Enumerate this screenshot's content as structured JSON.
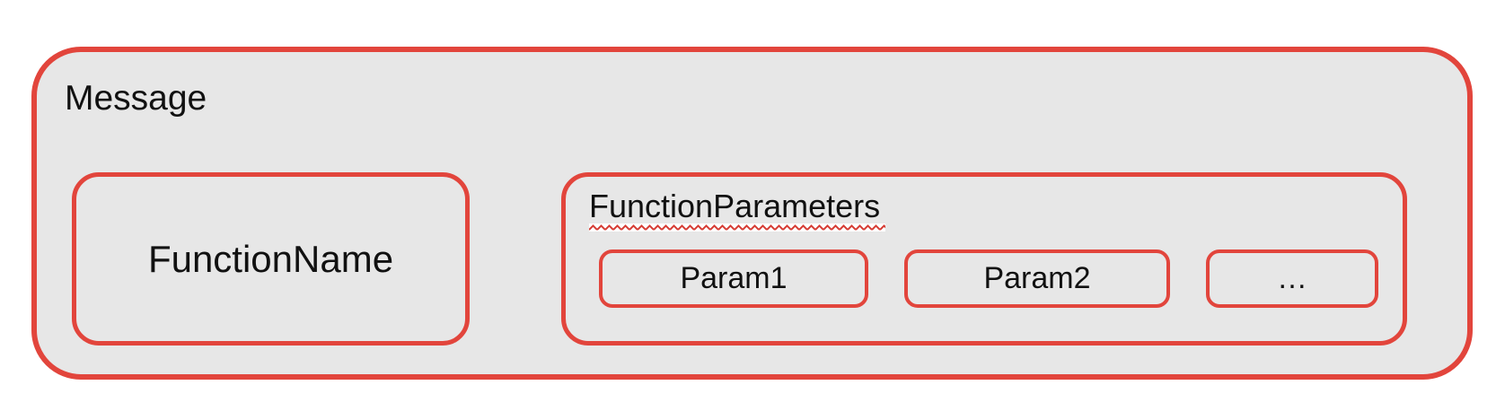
{
  "colors": {
    "page_background": "#ffffff",
    "border_red": "#e2453c",
    "box_fill": "#e7e7e7",
    "text": "#111111",
    "squiggle_red": "#d63c34"
  },
  "message_box": {
    "label": "Message",
    "function_name_box": {
      "label": "FunctionName"
    },
    "function_parameters_box": {
      "label": "FunctionParameters",
      "squiggle_icon": "spellcheck-wavy-underline",
      "params": [
        {
          "label": "Param1"
        },
        {
          "label": "Param2"
        },
        {
          "label": "…"
        }
      ]
    }
  }
}
